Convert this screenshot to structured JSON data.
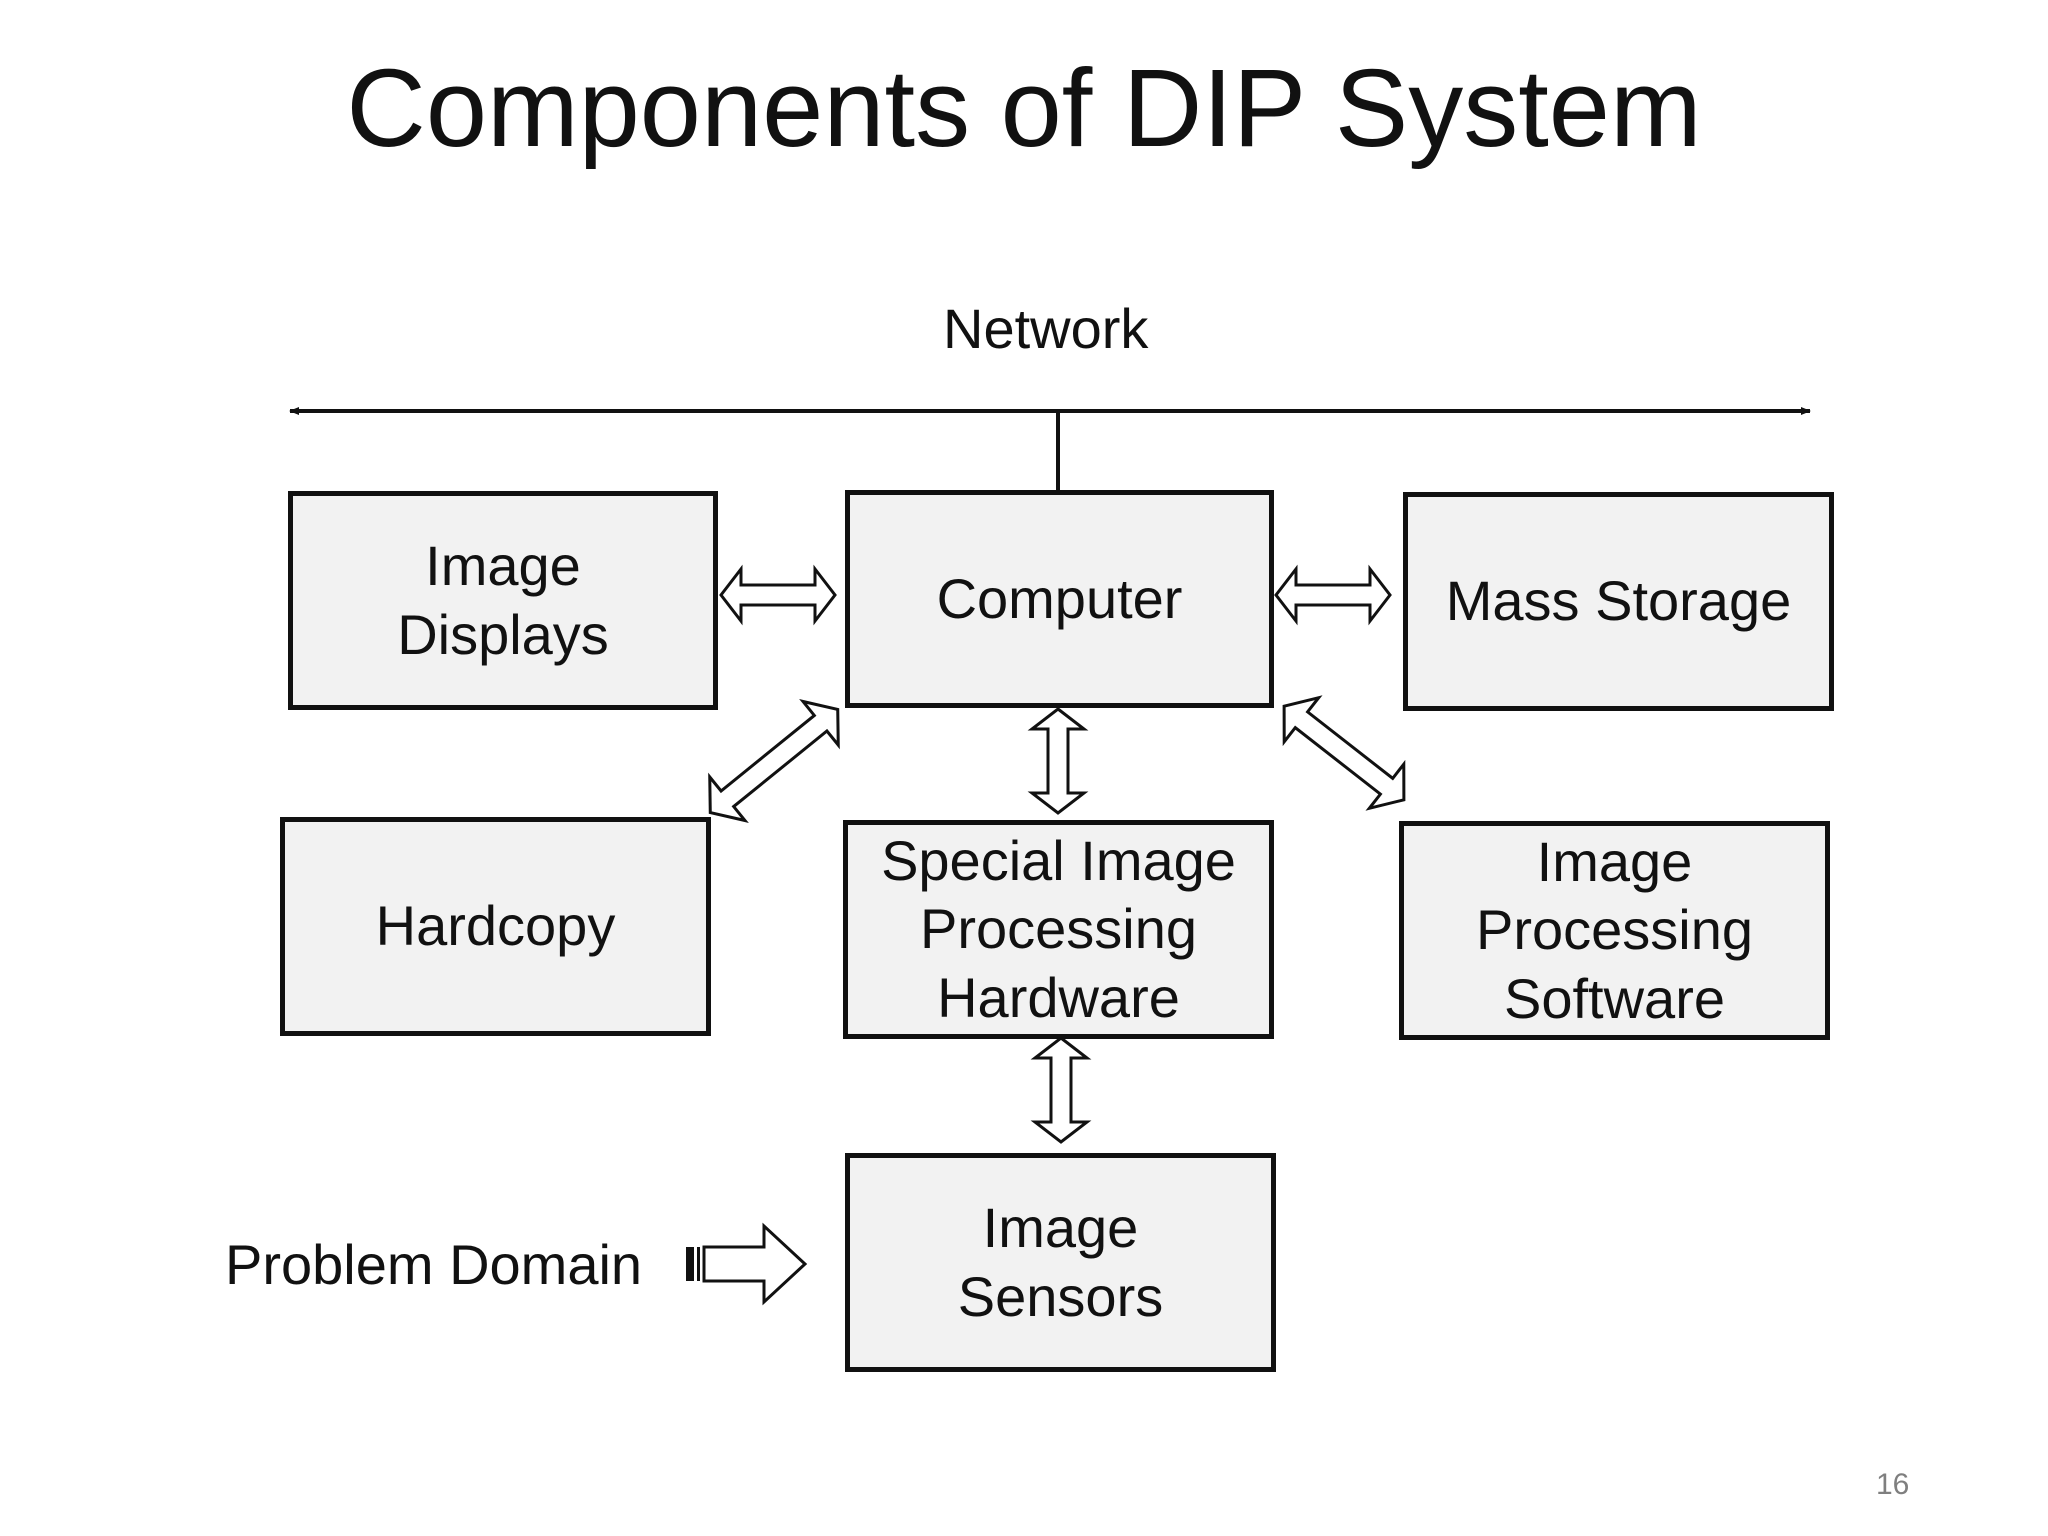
{
  "title": "Components of DIP System",
  "network_label": "Network",
  "boxes": {
    "computer": "Computer",
    "image_displays": "Image\nDisplays",
    "mass_storage": "Mass Storage",
    "hardcopy": "Hardcopy",
    "special_hardware": "Special Image\nProcessing\nHardware",
    "processing_software": "Image\nProcessing\nSoftware",
    "image_sensors": "Image\nSensors"
  },
  "problem_domain_label": "Problem Domain",
  "page_number": "16",
  "colors": {
    "line": "#111111",
    "box_fill": "#f2f2f2",
    "arrow_fill": "#ffffff"
  }
}
